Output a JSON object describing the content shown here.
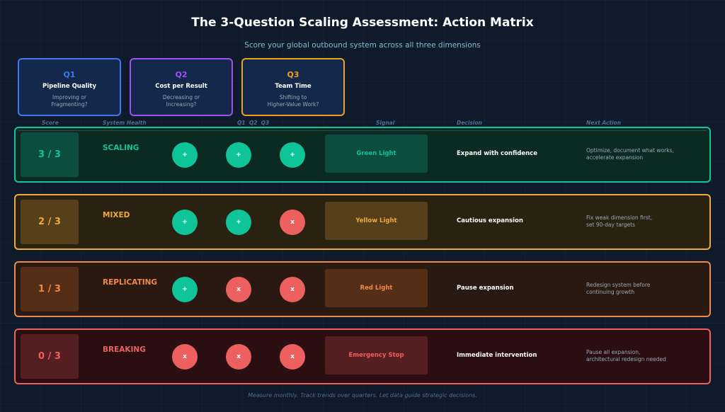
{
  "title": "The 3-Question Scaling Assessment: Action Matrix",
  "subtitle": "Score your global outbound system across all three dimensions",
  "questions": [
    {
      "id": "Q1",
      "title": "Pipeline Quality",
      "desc": "Improving or\nFragmenting?",
      "color": "#3f78f0"
    },
    {
      "id": "Q2",
      "title": "Cost per Result",
      "desc": "Decreasing or\nIncreasing?",
      "color": "#a050f0"
    },
    {
      "id": "Q3",
      "title": "Team Time",
      "desc": "Shifting to\nHigher-Value Work?",
      "color": "#f0a020"
    }
  ],
  "columns": {
    "score": "Score",
    "health": "System Health",
    "q": "Q1  Q2  Q3",
    "signal": "Signal",
    "decision": "Decision",
    "next": "Next Action"
  },
  "rows": [
    {
      "score": "3 / 3",
      "health": "SCALING",
      "marks": [
        "+",
        "+",
        "+"
      ],
      "signal": "Green Light",
      "decision": "Expand with confidence",
      "next": "Optimize, document what works,\naccelerate expansion",
      "color": "#10c49a",
      "bg": "#0b2a22",
      "box": "#0c4d3d"
    },
    {
      "score": "2 / 3",
      "health": "MIXED",
      "marks": [
        "+",
        "+",
        "x"
      ],
      "signal": "Yellow Light",
      "decision": "Cautious expansion",
      "next": "Fix weak dimension first,\nset 90-day targets",
      "color": "#f0a93a",
      "bg": "#2a2211",
      "box": "#56401c"
    },
    {
      "score": "1 / 3",
      "health": "REPLICATING",
      "marks": [
        "+",
        "x",
        "x"
      ],
      "signal": "Red Light",
      "decision": "Pause expansion",
      "next": "Redesign system before\ncontinuing growth",
      "color": "#f08a4b",
      "bg": "#2a1911",
      "box": "#552e18"
    },
    {
      "score": "0 / 3",
      "health": "BREAKING",
      "marks": [
        "x",
        "x",
        "x"
      ],
      "signal": "Emergency Stop",
      "decision": "Immediate intervention",
      "next": "Pause all expansion,\narchitectural redesign needed",
      "color": "#ec6060",
      "bg": "#2a0e11",
      "box": "#551f22"
    }
  ],
  "pass_color": "#10c49a",
  "fail_color": "#ec6060",
  "footer": "Measure monthly. Track trends over quarters. Let data guide strategic decisions."
}
